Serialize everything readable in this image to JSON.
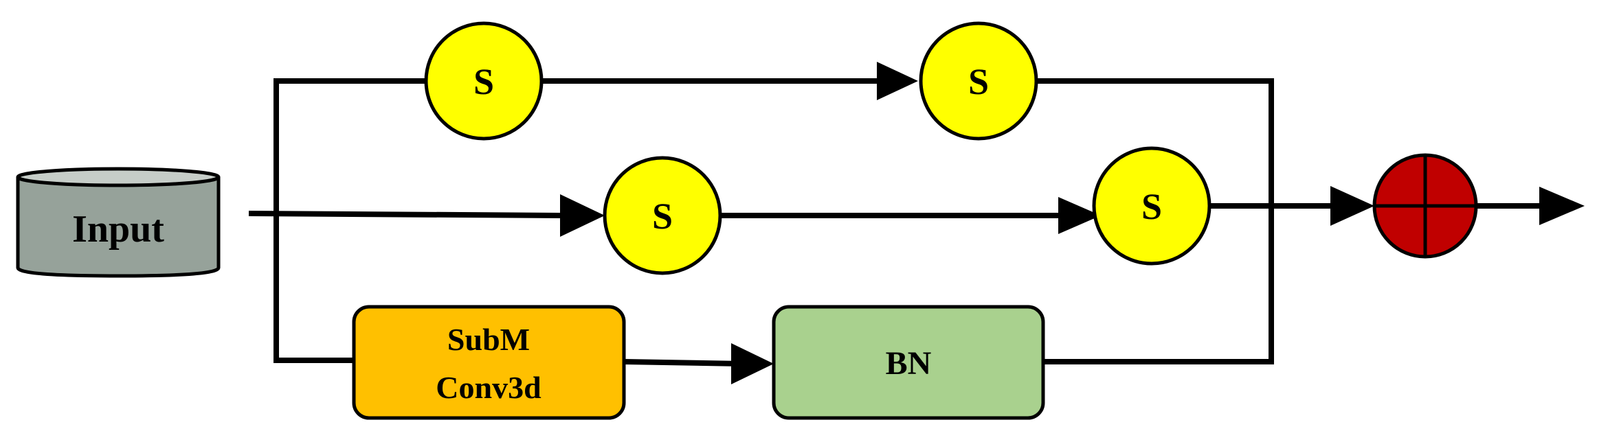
{
  "nodes": {
    "input": {
      "label": "Input",
      "shape": "cylinder",
      "color": "#96a29a"
    },
    "s_top_left": {
      "label": "S",
      "shape": "circle",
      "color": "#ffff00"
    },
    "s_top_right": {
      "label": "S",
      "shape": "circle",
      "color": "#ffff00"
    },
    "s_mid_left": {
      "label": "S",
      "shape": "circle",
      "color": "#ffff00"
    },
    "s_mid_right": {
      "label": "S",
      "shape": "circle",
      "color": "#ffff00"
    },
    "subm_conv3d": {
      "label_line1": "SubM",
      "label_line2": "Conv3d",
      "shape": "rounded-box",
      "color": "#ffc000"
    },
    "bn": {
      "label": "BN",
      "shape": "rounded-box",
      "color": "#a9d18e"
    },
    "sum": {
      "symbol": "circle-plus-icon",
      "color": "#c00000"
    }
  },
  "edges": [
    {
      "from": "input",
      "to": "s_mid_left"
    },
    {
      "from": "s_mid_left",
      "to": "s_mid_right"
    },
    {
      "from": "s_mid_right",
      "to": "sum"
    },
    {
      "from": "input",
      "to": "s_top_left"
    },
    {
      "from": "s_top_left",
      "to": "s_top_right"
    },
    {
      "from": "s_top_right",
      "to": "sum"
    },
    {
      "from": "input",
      "to": "subm_conv3d"
    },
    {
      "from": "subm_conv3d",
      "to": "bn"
    },
    {
      "from": "bn",
      "to": "sum"
    },
    {
      "from": "sum",
      "to": "output"
    }
  ],
  "colors": {
    "line": "#000000",
    "background": "#ffffff"
  }
}
